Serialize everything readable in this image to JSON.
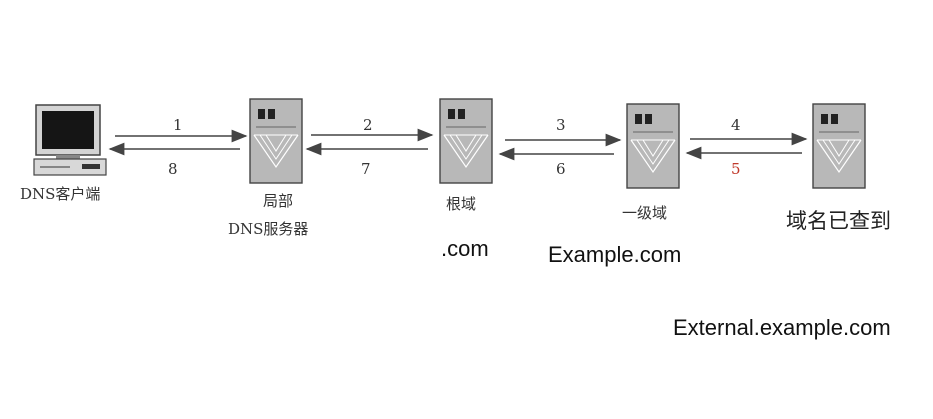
{
  "nodes": {
    "client": "DNS客户端",
    "local_dns_line1": "局部",
    "local_dns_line2": "DNS服务器",
    "root": "根域",
    "first_level": "一级域",
    "resolved": "域名已查到"
  },
  "steps": [
    "1",
    "8",
    "2",
    "7",
    "3",
    "6",
    "4",
    "5"
  ],
  "domains": {
    "root": ".com",
    "first_level": "Example.com",
    "final": "External.example.com"
  },
  "colors": {
    "line": "#444444",
    "step_highlight": "#c0392b",
    "server_body": "#b8b8b8"
  }
}
